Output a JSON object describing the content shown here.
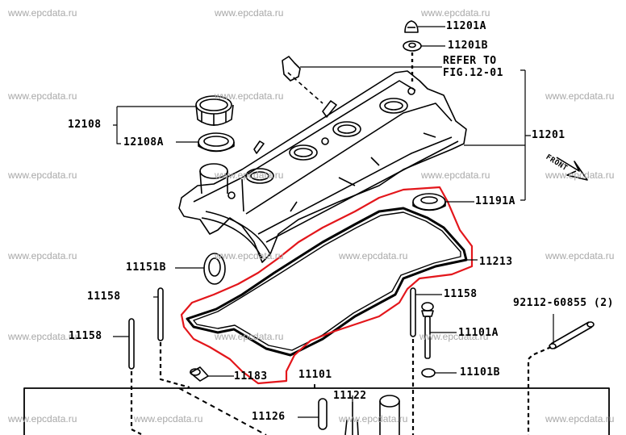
{
  "diagram": {
    "watermark": "www.epcdata.ru",
    "accent_outline_color": "#e3161b",
    "line_color": "#000000",
    "front_indicator": "FRONT",
    "labels": {
      "p11201A": "11201A",
      "p11201B": "11201B",
      "refer1": "REFER TO",
      "refer2": "FIG.12-01",
      "p12108": "12108",
      "p12108A": "12108A",
      "p11201": "11201",
      "p11191A": "11191A",
      "p11151B": "11151B",
      "p11213": "11213",
      "p11158a": "11158",
      "p11158b": "11158",
      "p11158c": "11158",
      "p92112": "92112-60855 (2)",
      "p11101A": "11101A",
      "p11101B": "11101B",
      "p11183": "11183",
      "p11101": "11101",
      "p11122": "11122",
      "p11126": "11126"
    }
  }
}
